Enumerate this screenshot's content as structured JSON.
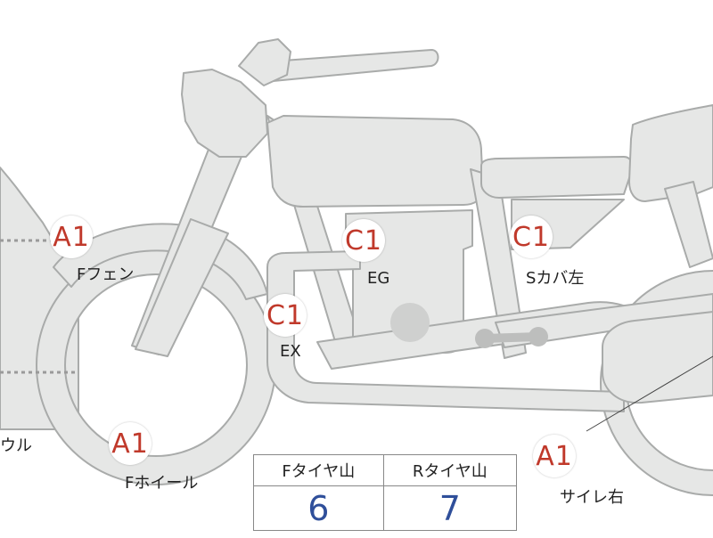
{
  "colors": {
    "part_fill": "#e6e7e6",
    "part_stroke": "#a9abaa",
    "badge_text": "#c0392b",
    "value_text": "#2f4f9a"
  },
  "markers": [
    {
      "code": "A1",
      "label": "Fフェン"
    },
    {
      "code": "C1",
      "label": "EG"
    },
    {
      "code": "C1",
      "label": "Sカバ左"
    },
    {
      "code": "C1",
      "label": "EX"
    },
    {
      "code": "A1",
      "label": "Fホイール"
    },
    {
      "code": "A1",
      "label": "サイレ右"
    }
  ],
  "side_label": "ウル",
  "tire_table": {
    "front_header": "Fタイヤ山",
    "rear_header": "Rタイヤ山",
    "front_value": "6",
    "rear_value": "7"
  }
}
